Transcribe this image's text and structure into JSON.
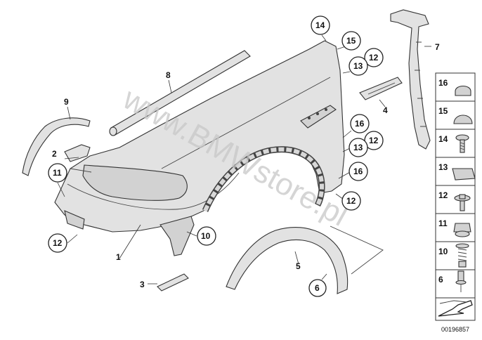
{
  "diagram": {
    "reference_number": "00196857",
    "watermark": "www.BMWstore.pl",
    "labels": {
      "p1": "1",
      "p2": "2",
      "p3": "3",
      "p4": "4",
      "p5": "5",
      "p6": "6",
      "p7": "7",
      "p8": "8",
      "p9": "9",
      "p10": "10",
      "p11": "11",
      "p12a": "12",
      "p12b": "12",
      "p12c": "12",
      "p12d": "12",
      "p13a": "13",
      "p13b": "13",
      "p14": "14",
      "p15": "15",
      "p16a": "16",
      "p16b": "16"
    },
    "legend": [
      "16",
      "15",
      "14",
      "13",
      "12",
      "11",
      "10",
      "6"
    ]
  }
}
